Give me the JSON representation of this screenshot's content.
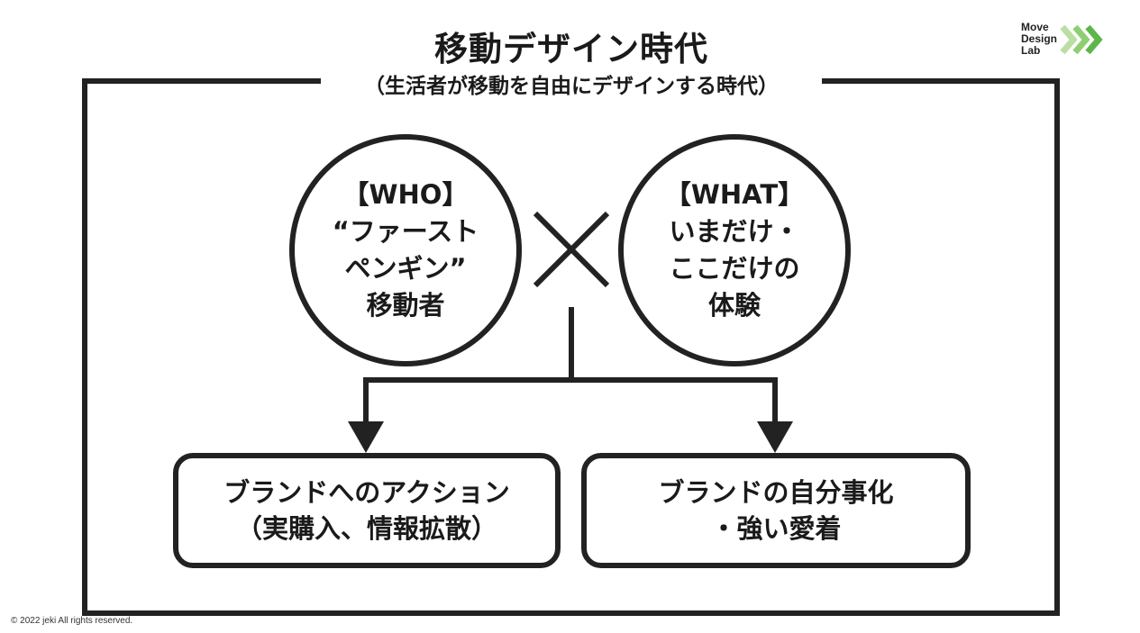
{
  "header": {
    "title": "移動デザイン時代",
    "subtitle": "（生活者が移動を自由にデザインする時代）"
  },
  "who": {
    "lines": [
      "【WHO】",
      "“ファースト",
      "ペンギン”",
      "移動者"
    ]
  },
  "times_symbol": "×",
  "what": {
    "lines": [
      "【WHAT】",
      "いまだけ・",
      "ここだけの",
      "体験"
    ]
  },
  "outcome_left": {
    "lines": [
      "ブランドへのアクション",
      "（実購入、情報拡散）"
    ]
  },
  "outcome_right": {
    "lines": [
      "ブランドの自分事化",
      "・強い愛着"
    ]
  },
  "logo": {
    "lines": [
      "Move",
      "Design",
      "Lab"
    ],
    "chevron_colors": [
      "#b9dfa3",
      "#8fcf74",
      "#5db64a"
    ]
  },
  "footer": {
    "copyright": "© 2022 jeki  All rights reserved."
  },
  "colors": {
    "stroke": "#222222",
    "background": "#ffffff"
  }
}
